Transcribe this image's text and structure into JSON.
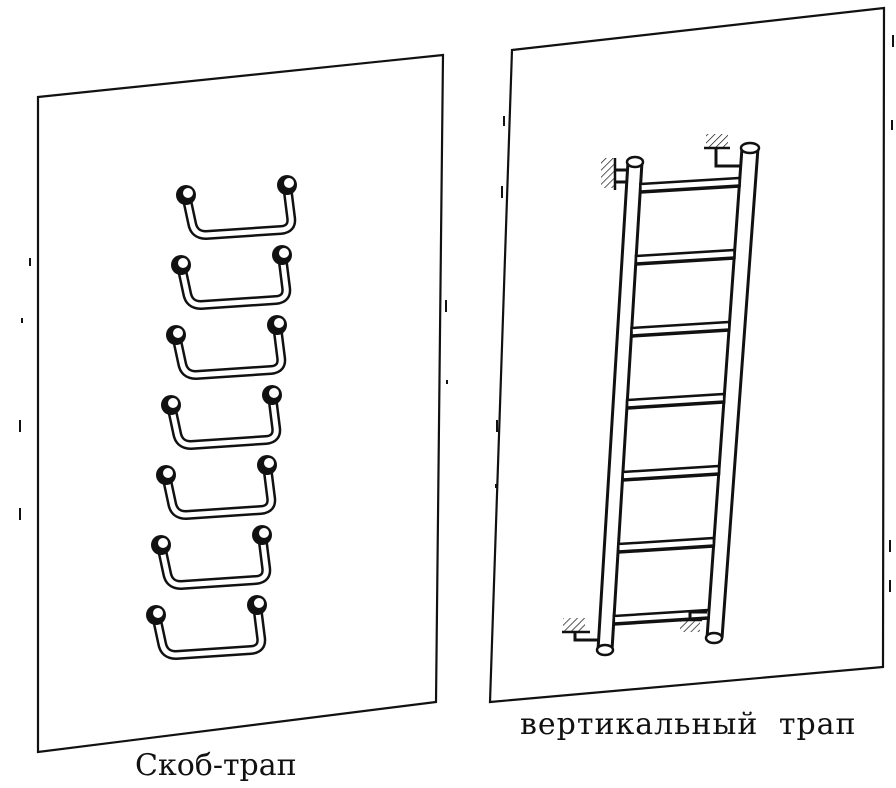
{
  "captions": {
    "left": "Скоб-трап",
    "right": "вертикальный трап"
  },
  "colors": {
    "ink": "#111111",
    "paper": "#ffffff"
  },
  "left_panel": {
    "name": "staple-ladder-panel",
    "staple_count": 7
  },
  "right_panel": {
    "name": "vertical-ladder-panel",
    "rung_count": 7
  }
}
